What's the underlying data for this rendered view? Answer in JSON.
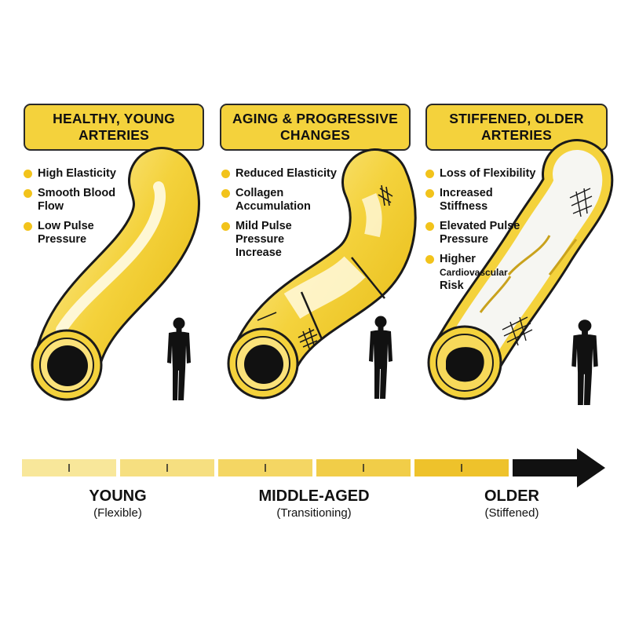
{
  "panels": [
    {
      "title_lines": [
        "HEALTHY, YOUNG",
        "ARTERIES"
      ],
      "bullets": [
        [
          "High Elasticity"
        ],
        [
          "Smooth Blood",
          "Flow"
        ],
        [
          "Low Pulse",
          "Pressure"
        ]
      ]
    },
    {
      "title_lines": [
        "AGING & PROGRESSIVE",
        "CHANGES"
      ],
      "bullets": [
        [
          "Reduced Elasticity"
        ],
        [
          "Collagen",
          "Accumulation"
        ],
        [
          "Mild Pulse",
          "Pressure",
          "Increase"
        ]
      ]
    },
    {
      "title_lines": [
        "STIFFENED, OLDER",
        "ARTERIES"
      ],
      "bullets": [
        [
          "Loss of Flexibility"
        ],
        [
          "Increased",
          "Stiffness"
        ],
        [
          "Elevated Pulse",
          "Pressure"
        ],
        [
          "Higher",
          "Cardiovascular",
          "Risk"
        ]
      ]
    }
  ],
  "timeline": {
    "labels": [
      {
        "main": "YOUNG",
        "sub": "(Flexible)"
      },
      {
        "main": "MIDDLE-AGED",
        "sub": "(Transitioning)"
      },
      {
        "main": "OLDER",
        "sub": "(Stiffened)"
      }
    ],
    "segment_colors": [
      "#f8e79a",
      "#f6df80",
      "#f4d663",
      "#f1cd48",
      "#eec22b"
    ],
    "arrow_color": "#111111"
  },
  "colors": {
    "accent": "#f4d23c",
    "bullet": "#f2c31b",
    "outline": "#1a1a1a"
  }
}
